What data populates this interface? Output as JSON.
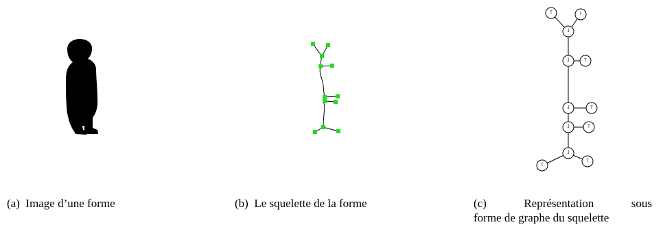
{
  "figure": {
    "panels": [
      {
        "id": "a",
        "caption": {
          "label": "(a)",
          "text": "Image d’une forme"
        }
      },
      {
        "id": "b",
        "caption": {
          "label": "(b)",
          "text": "Le squelette de la forme"
        },
        "endpoint_color": "#22dd22",
        "line_color": "#000000"
      },
      {
        "id": "c",
        "caption": {
          "label": "(c)",
          "line1_words": [
            "Représentation",
            "sous"
          ],
          "line2": "forme de graphe du squelette"
        },
        "node_labels": {
          "junction": "J",
          "terminal": "T"
        }
      }
    ]
  }
}
